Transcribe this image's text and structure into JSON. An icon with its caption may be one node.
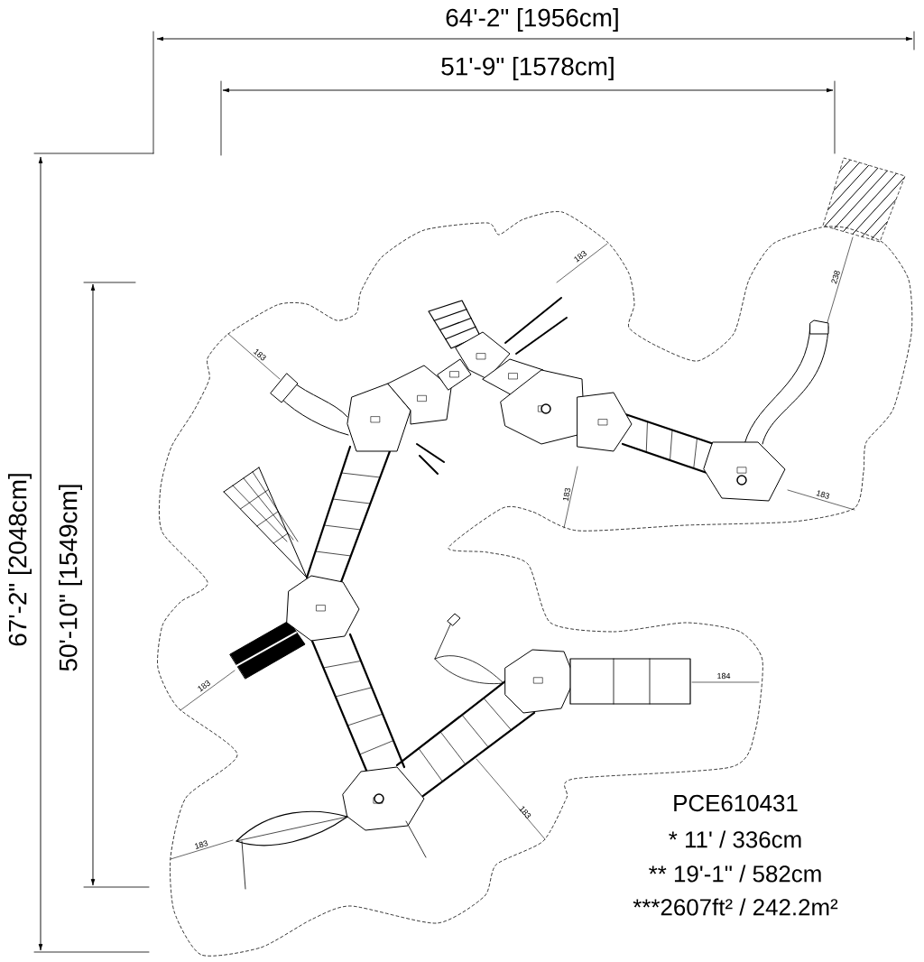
{
  "diagram": {
    "labels": [
      "64'-2\" [1956cm]",
      "51'-9\" [1578cm]",
      "67'-2\" [2048cm]",
      "50'-10\" [1549cm]",
      "183",
      "238",
      "183",
      "183",
      "183",
      "184",
      "183",
      "183",
      "183",
      "PCE610431",
      "* 11' / 336cm",
      "** 19'-1\" / 582cm",
      "***2607ft² / 242.2m²"
    ]
  }
}
